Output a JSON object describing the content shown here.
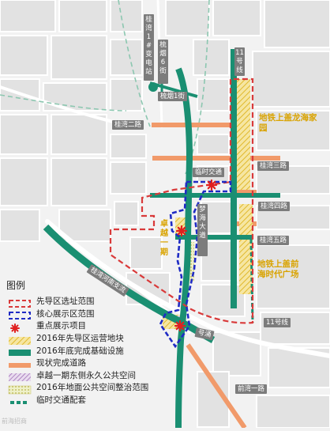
{
  "colors": {
    "background": "#f2f2f2",
    "block": "#e2e2e2",
    "block_edge": "#ffffff",
    "infra_green": "#1a8f72",
    "road_orange": "#f19a6a",
    "gray_road": "#b7b7b7",
    "dashed_green": "#7cc0a7",
    "pilot_red": "#d93a3a",
    "core_blue": "#1f2bc4",
    "hatch_yellow": "#e9c73c",
    "label_gray": "#7c7c7c",
    "yellow_text": "#d9a300"
  },
  "labels": {
    "substation": "桂湾1#变电站",
    "guiwan6": "梳烟6街",
    "guiwan1_street": "梳烟1街",
    "line11_top": "11号线",
    "guiwan2": "桂湾二路",
    "guiwan3": "桂湾三路",
    "guiwan4": "桂湾四路",
    "guiwan5": "桂湾五路",
    "temp_traffic": "临时交通",
    "menghai": "梦海大道",
    "zhuoyue": "卓越一期",
    "guiwan_river": "桂湾河南支流",
    "qianwan1": "前湾一路",
    "line11_bottom": "11号线",
    "canal": "号涌",
    "metro_longhai": "地铁上盖龙海家园",
    "metro_qianhai": "地铁上盖前海时代广场"
  },
  "legend": {
    "title": "图例",
    "items": [
      {
        "key": "pilot",
        "icon": "red-dashed-rect-icon",
        "label": "先导区选址范围"
      },
      {
        "key": "core",
        "icon": "blue-dashed-rect-icon",
        "label": "核心展示区范围"
      },
      {
        "key": "key_project",
        "icon": "red-asterisk-icon",
        "label": "重点展示项目"
      },
      {
        "key": "plot2016",
        "icon": "yellow-hatch-icon",
        "label": "2016年先导区运营地块"
      },
      {
        "key": "infra2016",
        "icon": "green-line-icon",
        "label": "2016年底完成基础设施"
      },
      {
        "key": "roads",
        "icon": "orange-line-icon",
        "label": "现状完成道路"
      },
      {
        "key": "public_space",
        "icon": "purple-hatch-icon",
        "label": "卓越一期东侧永久公共空间"
      },
      {
        "key": "ground_space",
        "icon": "yellow-dot-icon",
        "label": "2016年地面公共空间整治范围"
      },
      {
        "key": "temp_support",
        "icon": "green-dash-icon",
        "label": "临时交通配套"
      }
    ]
  },
  "watermark": "前海招商"
}
